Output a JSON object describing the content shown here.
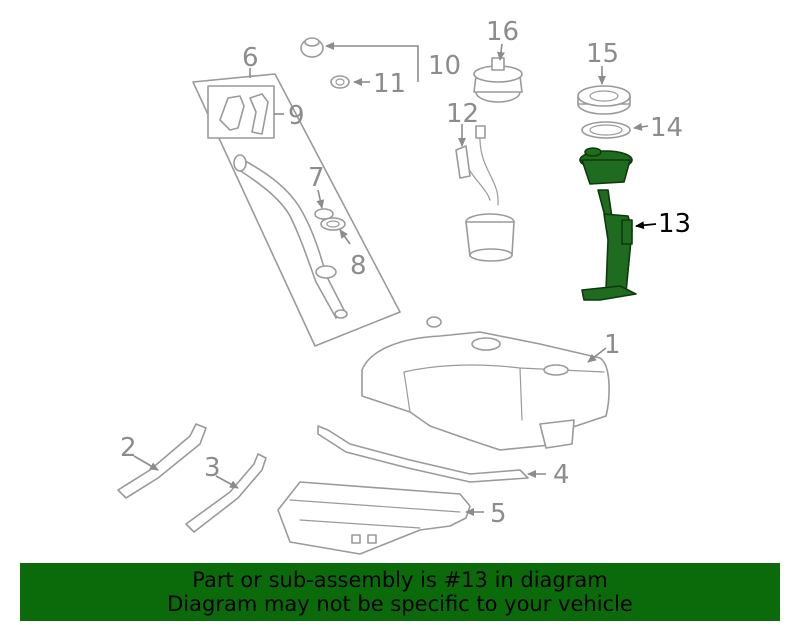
{
  "callouts": {
    "c1": "1",
    "c2": "2",
    "c3": "3",
    "c4": "4",
    "c5": "5",
    "c6": "6",
    "c7": "7",
    "c8": "8",
    "c9": "9",
    "c10": "10",
    "c11": "11",
    "c12": "12",
    "c13": "13",
    "c14": "14",
    "c15": "15",
    "c16": "16"
  },
  "highlighted_part": "13",
  "colors": {
    "highlight": "#1f6b1f",
    "banner": "#0b6b0b",
    "part_line": "#9a9a9a"
  },
  "banner": {
    "line1": "Part or sub-assembly is #13 in diagram",
    "line2": "Diagram may not be specific to your vehicle"
  }
}
